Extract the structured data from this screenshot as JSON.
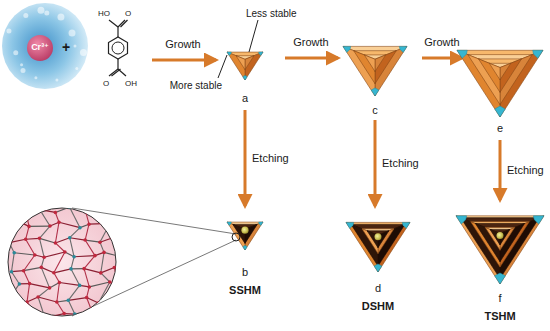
{
  "diagram": {
    "labels": [
      "Cr³⁺",
      "+",
      "HO",
      "O",
      "O",
      "OH",
      "Growth",
      "Less stable",
      "More stable",
      "a",
      "Growth",
      "c",
      "Growth",
      "e",
      "Etching",
      "Etching",
      "Etching",
      "b",
      "SSHM",
      "d",
      "DSHM",
      "f",
      "TSHM"
    ]
  }
}
